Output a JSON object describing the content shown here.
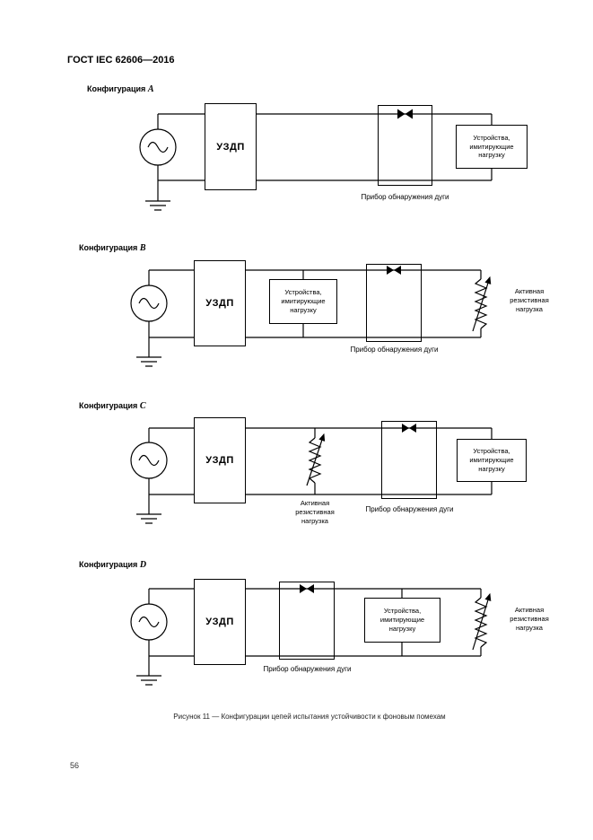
{
  "page": {
    "header": "ГОСТ IEC 62606—2016",
    "caption": "Рисунок 11 — Конфигурации цепей испытания устойчивости к фоновым помехам",
    "page_number": "56"
  },
  "labels": {
    "config_prefix": "Конфигурация",
    "uzdp": "УЗДП",
    "arc_detector": "Прибор обнаружения дуги",
    "load_simulator": [
      "Устройства,",
      "имитирующие",
      "нагрузку"
    ],
    "resistive_load": [
      "Активная",
      "резистивная",
      "нагрузка"
    ]
  },
  "configurations": [
    {
      "letter": "A"
    },
    {
      "letter": "B"
    },
    {
      "letter": "C"
    },
    {
      "letter": "D"
    }
  ]
}
